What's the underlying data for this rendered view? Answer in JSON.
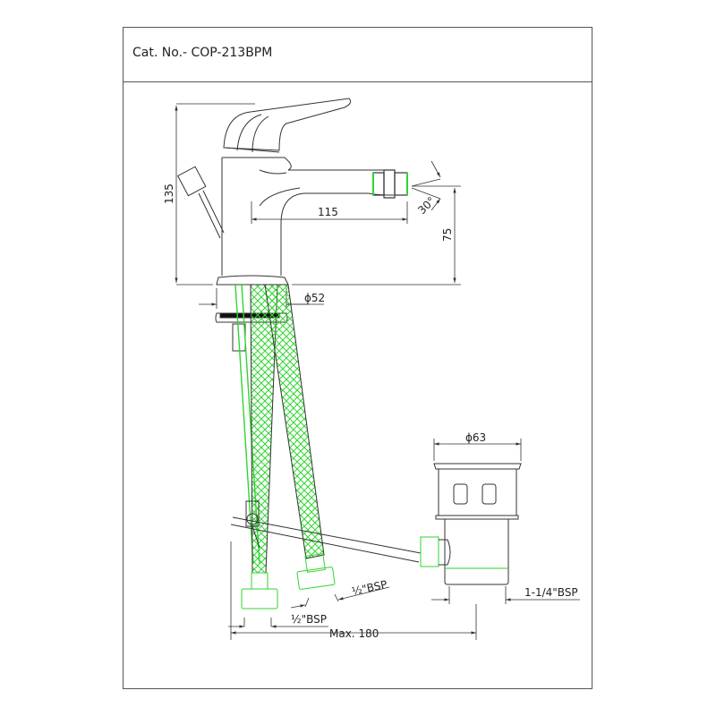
{
  "header": {
    "catalog_number": "Cat. No.- COP-213BPM"
  },
  "dimensions": {
    "height_total": "135",
    "spout_reach": "115",
    "spout_height": "75",
    "spray_angle": "30°",
    "base_diameter": "ϕ52",
    "waste_diameter": "ϕ63",
    "waste_thread": "1-1/4\"BSP",
    "hose_thread_1": "½\"BSP",
    "hose_thread_2": "½\"BSP",
    "max_length": "Max. 180"
  },
  "colors": {
    "line": "#333333",
    "hose": "#2fd62f"
  }
}
